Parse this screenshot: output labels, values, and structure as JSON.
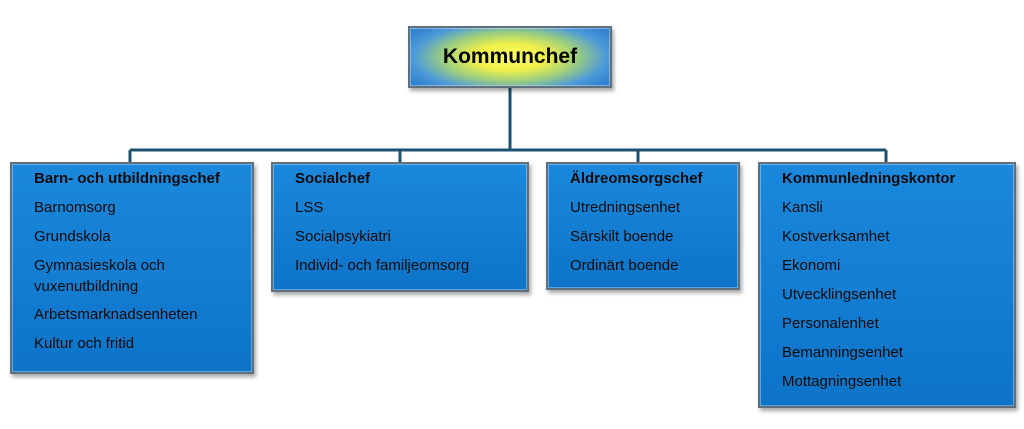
{
  "root": {
    "title": "Kommunchef"
  },
  "departments": [
    {
      "title": "Barn- och utbildningschef",
      "items": [
        "Barnomsorg",
        "Grundskola",
        "Gymnasieskola och vuxenutbildning",
        "Arbetsmarknadsenheten",
        "Kultur och fritid"
      ]
    },
    {
      "title": "Socialchef",
      "items": [
        "LSS",
        "Socialpsykiatri",
        "Individ- och familjeomsorg"
      ]
    },
    {
      "title": "Äldreomsorgschef",
      "items": [
        "Utredningsenhet",
        "Särskilt boende",
        "Ordinärt boende"
      ]
    },
    {
      "title": "Kommunledningskontor",
      "items": [
        "Kansli",
        "Kostverksamhet",
        "Ekonomi",
        "Utvecklingsenhet",
        "Personalenhet",
        "Bemanningsenhet",
        "Mottagningsenhet"
      ]
    }
  ],
  "colors": {
    "box_fill": "#1580d4",
    "connector": "#1e5070",
    "root_center": "#fdff6a"
  }
}
